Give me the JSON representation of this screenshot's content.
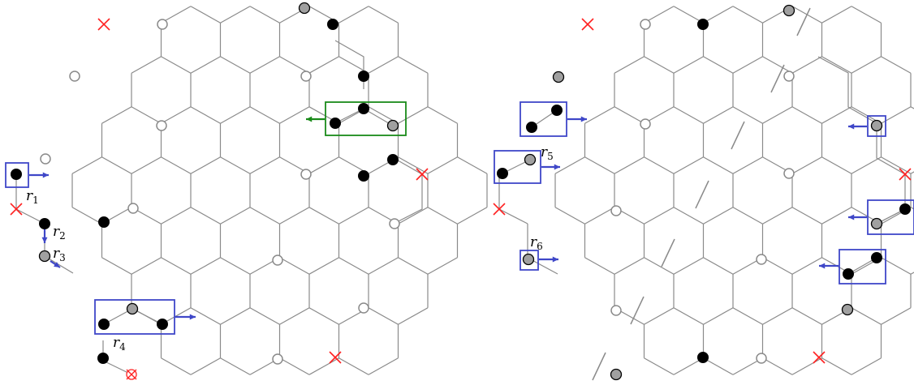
{
  "colors": {
    "lattice": "#8a8a8a",
    "robot_black": "#000000",
    "robot_gray": "#a0a0a0",
    "empty_node_fill": "#ffffff",
    "empty_node_stroke": "#8a8a8a",
    "cross": "#ff2020",
    "blue": "#3f47c8",
    "green": "#1a8a1a",
    "slash": "#8a8a8a",
    "label": "#000000"
  },
  "left_panel": {
    "labels": {
      "r1": {
        "main": "r",
        "sub": "1"
      },
      "r2": {
        "main": "r",
        "sub": "2"
      },
      "r3": {
        "main": "r",
        "sub": "3"
      },
      "r4": {
        "main": "r",
        "sub": "4"
      }
    }
  },
  "right_panel": {
    "labels": {
      "r5": {
        "main": "r",
        "sub": "5"
      },
      "r6": {
        "main": "r",
        "sub": "6"
      }
    }
  }
}
